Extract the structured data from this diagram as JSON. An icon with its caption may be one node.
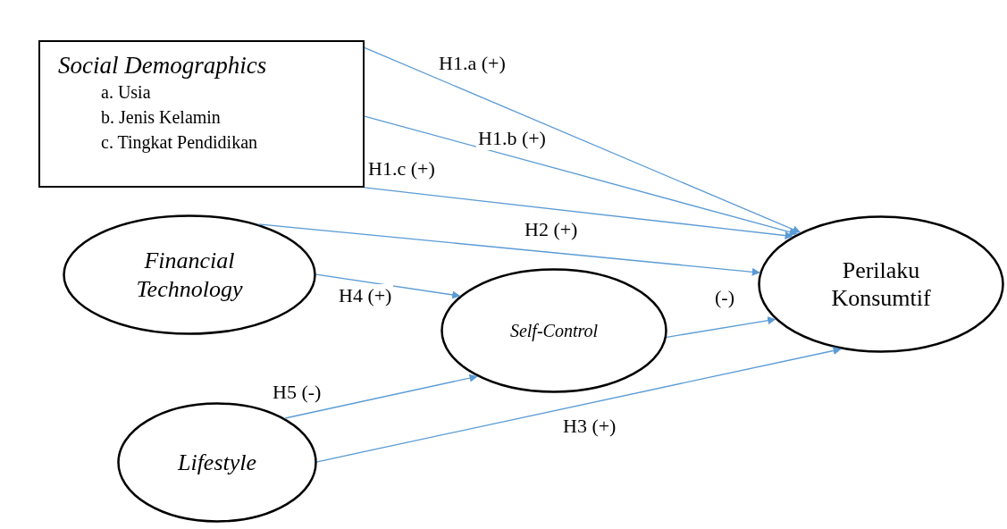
{
  "diagram": {
    "nodes": [
      {
        "text": [
          "Social Demographics",
          "a. Usia",
          "b. Jenis Kelamin",
          "c. Tingkat Pendidikan"
        ]
      },
      {
        "text": [
          "Financial Technology"
        ]
      },
      {
        "text": [
          "Self-Control"
        ]
      },
      {
        "text": [
          "Lifestyle"
        ]
      },
      {
        "text": [
          "Perilaku Konsumtif"
        ]
      }
    ],
    "edges": [
      {
        "from": 0,
        "to": 4,
        "arrow": "to",
        "label": "H1.a (+)"
      },
      {
        "from": 0,
        "to": 4,
        "arrow": "to",
        "label": "H1.b (+)"
      },
      {
        "from": 0,
        "to": 4,
        "arrow": "to",
        "label": "H1.c (+)"
      },
      {
        "from": 1,
        "to": 4,
        "arrow": "to",
        "label": "H2 (+)"
      },
      {
        "from": 1,
        "to": 2,
        "arrow": "to",
        "label": "H4 (+)"
      },
      {
        "from": 2,
        "to": 4,
        "arrow": "to",
        "label": "(-)"
      },
      {
        "from": 3,
        "to": 2,
        "arrow": "to",
        "label": "H5 (-)"
      },
      {
        "from": 3,
        "to": 4,
        "arrow": "to",
        "label": "H3 (+)"
      }
    ]
  }
}
